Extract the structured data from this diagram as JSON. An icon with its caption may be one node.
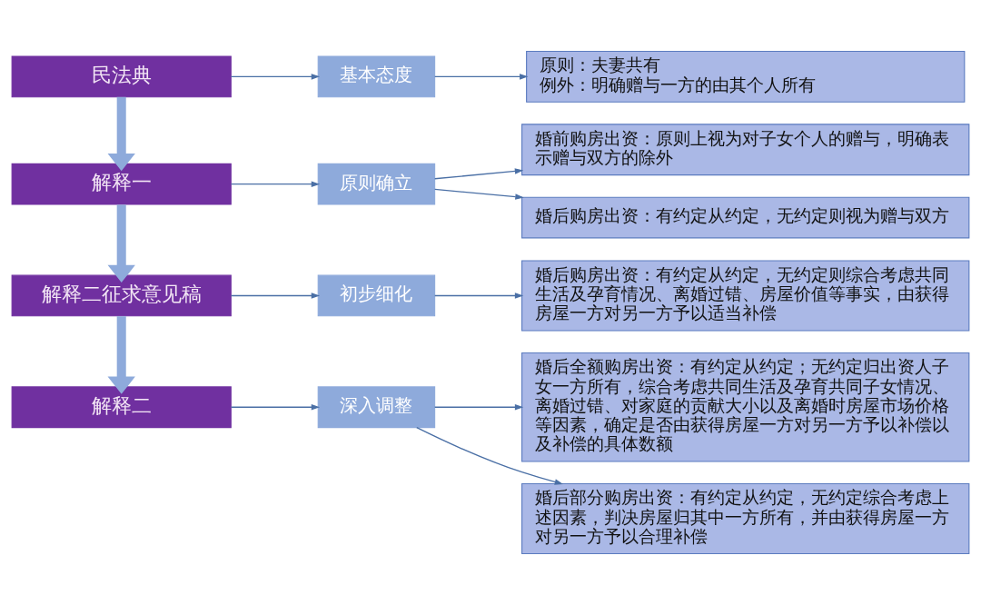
{
  "diagram": {
    "nodes": [
      {
        "text": [
          "民法典"
        ]
      },
      {
        "text": [
          "基本态度"
        ]
      },
      {
        "text": [
          "原则：夫妻共有",
          "例外：明确赠与一方的由其个人所有"
        ]
      },
      {
        "text": [
          "解释一"
        ]
      },
      {
        "text": [
          "原则确立"
        ]
      },
      {
        "text": [
          "婚前购房出资：原则上视为对子女个人的赠与，明确表示赠与双方的除外"
        ]
      },
      {
        "text": [
          "婚后购房出资：有约定从约定，无约定则视为赠与双方"
        ]
      },
      {
        "text": [
          "解释二征求意见稿"
        ]
      },
      {
        "text": [
          "初步细化"
        ]
      },
      {
        "text": [
          "婚后购房出资：有约定从约定，无约定则综合考虑共同生活及孕育情况、离婚过错、房屋价值等事实，由获得房屋一方对另一方予以适当补偿"
        ]
      },
      {
        "text": [
          "解释二"
        ]
      },
      {
        "text": [
          "深入调整"
        ]
      },
      {
        "text": [
          "婚后全额购房出资：有约定从约定；无约定归出资人子女一方所有，综合考虑共同生活及孕育共同子女情况、离婚过错、对家庭的贡献大小以及离婚时房屋市场价格等因素，确定是否由获得房屋一方对另一方予以补偿以及补偿的具体数额"
        ]
      },
      {
        "text": [
          "婚后部分购房出资：有约定从约定，无约定综合考虑上述因素，判决房屋归其中一方所有，并由获得房屋一方对另一方予以合理补偿"
        ]
      }
    ],
    "edges": [
      {
        "from": 0,
        "to": 1,
        "arrow": "to"
      },
      {
        "from": 1,
        "to": 2,
        "arrow": "to"
      },
      {
        "from": 0,
        "to": 3,
        "arrow": "to",
        "style": "thick",
        "color": "#8eaadb"
      },
      {
        "from": 3,
        "to": 4,
        "arrow": "to"
      },
      {
        "from": 4,
        "to": 5,
        "arrow": "to"
      },
      {
        "from": 4,
        "to": 6,
        "arrow": "to"
      },
      {
        "from": 3,
        "to": 7,
        "arrow": "to",
        "style": "thick",
        "color": "#8eaadb"
      },
      {
        "from": 7,
        "to": 8,
        "arrow": "to"
      },
      {
        "from": 8,
        "to": 9,
        "arrow": "to"
      },
      {
        "from": 7,
        "to": 10,
        "arrow": "to",
        "style": "thick",
        "color": "#8eaadb"
      },
      {
        "from": 10,
        "to": 11,
        "arrow": "to"
      },
      {
        "from": 11,
        "to": 12,
        "arrow": "to"
      },
      {
        "from": 11,
        "to": 13,
        "arrow": "to"
      }
    ]
  }
}
